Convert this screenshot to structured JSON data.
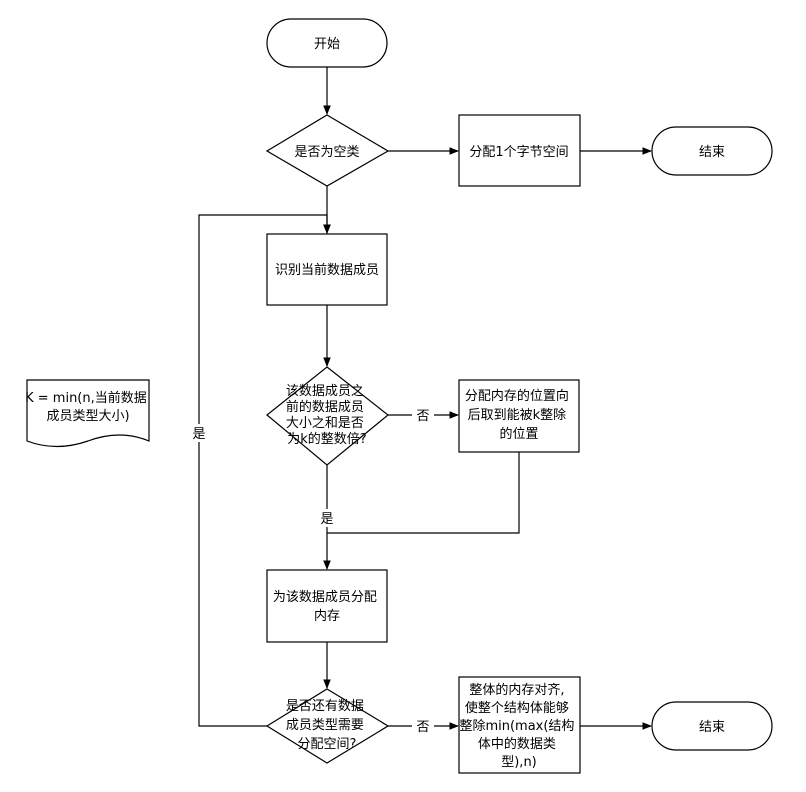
{
  "nodes": {
    "start": [
      "开始"
    ],
    "is_empty_class": [
      "是否为空类"
    ],
    "alloc_one_byte": [
      "分配1个字节空间"
    ],
    "end_top": [
      "结束"
    ],
    "identify_member": [
      "识别当前数据成员"
    ],
    "is_multiple_check": [
      "该数据成员之",
      "前的数据成员",
      "大小之和是否",
      "为k的整数倍?"
    ],
    "move_to_k_position": [
      "分配内存的位置向",
      "后取到能被k整除",
      "的位置"
    ],
    "alloc_member": [
      "为该数据成员分配",
      "内存"
    ],
    "more_members_check": [
      "是否还有数据",
      "成员类型需要",
      "分配空间?"
    ],
    "align_whole": [
      "整体的内存对齐,",
      "使整个结构体能够",
      "整除min(max(结构",
      "体中的数据类",
      "型),n)"
    ],
    "end_bottom": [
      "结束"
    ],
    "note_k": [
      "K = min(n,当前数据",
      "成员类型大小)"
    ]
  },
  "edge_labels": {
    "no_multiple": "否",
    "yes_multiple": "是",
    "yes_more_members": "是",
    "no_more_members": "否"
  }
}
